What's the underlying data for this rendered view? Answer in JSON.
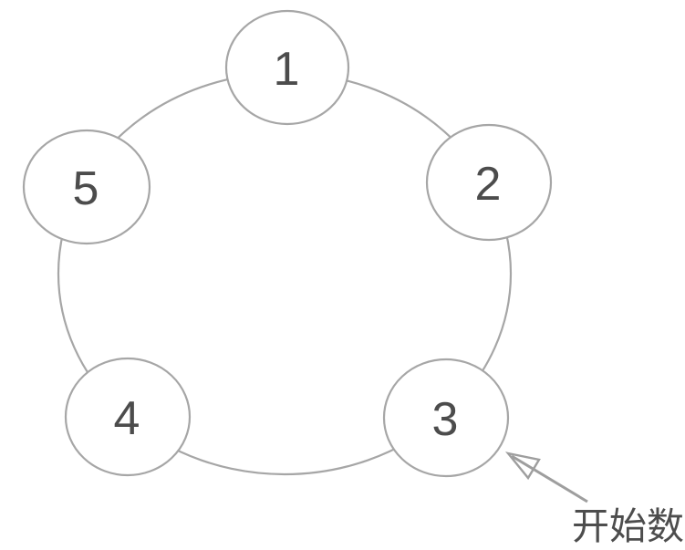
{
  "diagram": {
    "nodes": [
      {
        "label": "1"
      },
      {
        "label": "2"
      },
      {
        "label": "3"
      },
      {
        "label": "4"
      },
      {
        "label": "5"
      }
    ],
    "annotation": {
      "label": "开始数",
      "points_to_node": "3"
    },
    "colors": {
      "outline": "#a6a6a6",
      "number_text": "#4c4c4c",
      "annotation_text": "#4d4d4d",
      "node_fill": "#ffffff",
      "arrow": "#9e9e9e"
    }
  }
}
